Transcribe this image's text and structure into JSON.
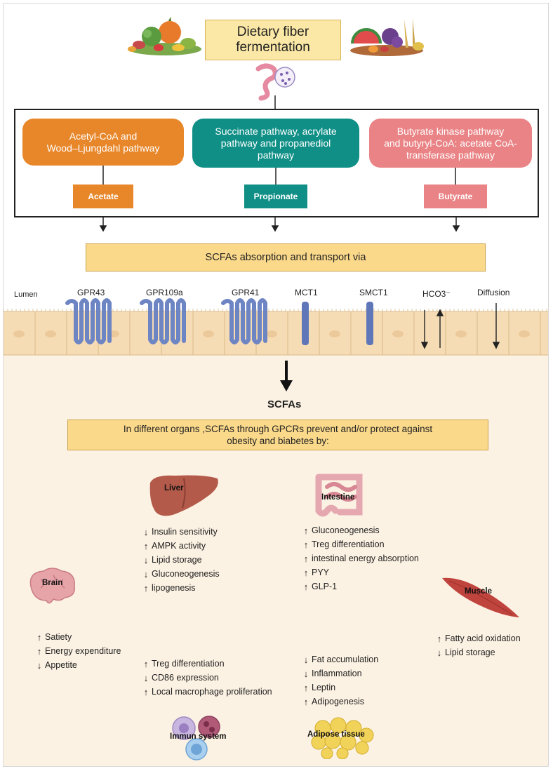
{
  "title": "Dietary fiber\nfermentation",
  "pathways": [
    {
      "label": "Acetyl-CoA and\nWood–Ljungdahl pathway",
      "product": "Acetate",
      "color": "#e8872a"
    },
    {
      "label": "Succinate pathway, acrylate\npathway and propanediol\npathway",
      "product": "Propionate",
      "color": "#0f8f86"
    },
    {
      "label": "Butyrate kinase pathway\nand butyryl-CoA: acetate CoA-\ntransferase pathway",
      "product": "Butyrate",
      "color": "#e98385"
    }
  ],
  "absorption_banner": "SCFAs absorption and  transport via",
  "lumen_label": "Lumen",
  "receptors": [
    "GPR43",
    "GPR109a",
    "GPR41",
    "MCT1",
    "SMCT1",
    "HCO3⁻",
    "Diffusion"
  ],
  "scfas_label": "SCFAs",
  "organ_banner": "In different organs ,SCFAs through GPCRs  prevent and/or protect against\nobesity and biabetes by:",
  "organs": {
    "liver": {
      "name": "Liver",
      "effects": [
        {
          "dir": "down",
          "text": "Insulin sensitivity"
        },
        {
          "dir": "up",
          "text": "AMPK activity"
        },
        {
          "dir": "down",
          "text": "Lipid storage"
        },
        {
          "dir": "down",
          "text": "Gluconeogenesis"
        },
        {
          "dir": "up",
          "text": "lipogenesis"
        }
      ]
    },
    "intestine": {
      "name": "Intestine",
      "effects": [
        {
          "dir": "up",
          "text": "Gluconeogenesis"
        },
        {
          "dir": "up",
          "text": "Treg differentiation"
        },
        {
          "dir": "up",
          "text": "intestinal energy absorption"
        },
        {
          "dir": "up",
          "text": "PYY"
        },
        {
          "dir": "up",
          "text": "GLP-1"
        }
      ]
    },
    "brain": {
      "name": "Brain",
      "effects": [
        {
          "dir": "up",
          "text": "Satiety"
        },
        {
          "dir": "up",
          "text": "Energy expenditure"
        },
        {
          "dir": "down",
          "text": "Appetite"
        }
      ]
    },
    "muscle": {
      "name": "Muscle",
      "effects": [
        {
          "dir": "up",
          "text": "Fatty acid oxidation"
        },
        {
          "dir": "down",
          "text": "Lipid storage"
        }
      ]
    },
    "immune": {
      "name": "Immun system",
      "effects": [
        {
          "dir": "up",
          "text": "Treg differentiation"
        },
        {
          "dir": "down",
          "text": "CD86 expression"
        },
        {
          "dir": "up",
          "text": "Local macrophage proliferation"
        }
      ]
    },
    "adipose": {
      "name": "Adipose tissue",
      "effects": [
        {
          "dir": "down",
          "text": "Fat accumulation"
        },
        {
          "dir": "down",
          "text": "Inflammation"
        },
        {
          "dir": "up",
          "text": "Leptin"
        },
        {
          "dir": "up",
          "text": "Adipogenesis"
        }
      ]
    }
  },
  "colors": {
    "banner": "#fbd98b",
    "background_bottom": "#fcf2e3",
    "epithelium": "#f6dcb4",
    "receptor": "#6e85c4"
  }
}
